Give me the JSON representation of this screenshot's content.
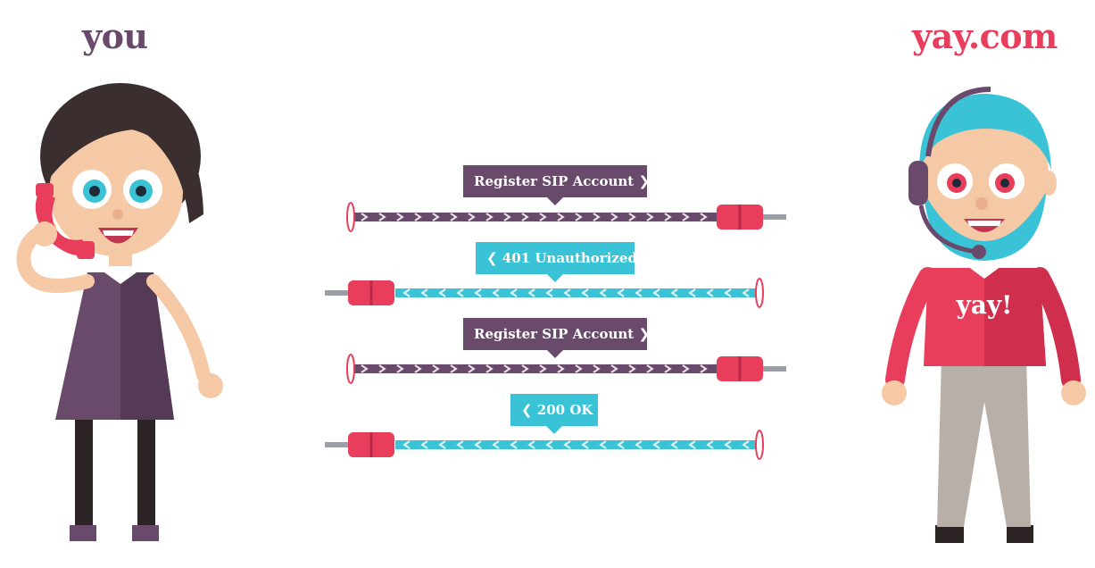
{
  "participants": {
    "left": {
      "name": "you"
    },
    "right": {
      "name": "yay.com",
      "shirt_text": "yay!"
    }
  },
  "messages": [
    {
      "label": "Register SIP Account",
      "direction": "to-right",
      "color": "#6a4a6b"
    },
    {
      "label": "401 Unauthorized",
      "direction": "to-left",
      "color": "#3ac3d6"
    },
    {
      "label": "Register SIP Account",
      "direction": "to-right",
      "color": "#6a4a6b"
    },
    {
      "label": "200 OK",
      "direction": "to-left",
      "color": "#3ac3d6"
    }
  ],
  "colors": {
    "purple": "#6a4a6b",
    "cyan": "#3ac3d6",
    "red": "#e83e5c",
    "plug_metal": "#9aa0a6"
  }
}
